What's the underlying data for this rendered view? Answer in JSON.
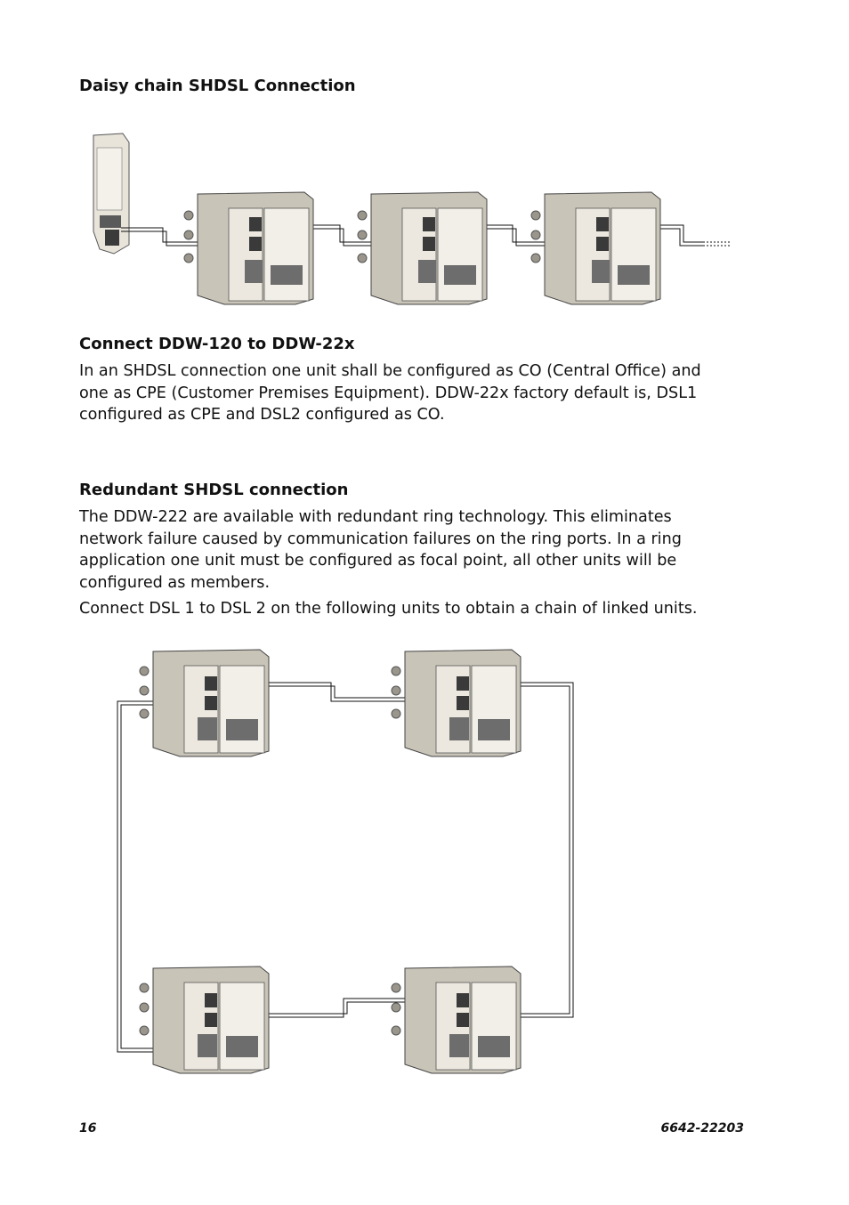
{
  "page": {
    "section1_title": "Daisy chain SHDSL Connection",
    "section2_title": "Connect DDW-120 to DDW-22x",
    "section2_body": "In an SHDSL connection one unit shall be configured as CO (Central Office) and one as CPE (Customer Premises Equipment). DDW-22x factory default is, DSL1 configured as CPE and DSL2 configured as CO.",
    "section3_title": "Redundant SHDSL connection",
    "section3_para1": "The DDW-222 are available with redundant ring technology. This eliminates network failure caused by communication failures on the ring ports. In a ring application one unit must be configured as focal point, all other units will be configured as members.",
    "section3_para2": "Connect DSL 1 to DSL 2 on the following units to obtain a chain of linked units."
  },
  "footer": {
    "page_number": "16",
    "doc_number": "6642-22203"
  },
  "colors": {
    "device_body": "#c9c4b8",
    "device_dark": "#3a3a3a",
    "device_port": "#6d6d6d",
    "cable": "#111111"
  }
}
